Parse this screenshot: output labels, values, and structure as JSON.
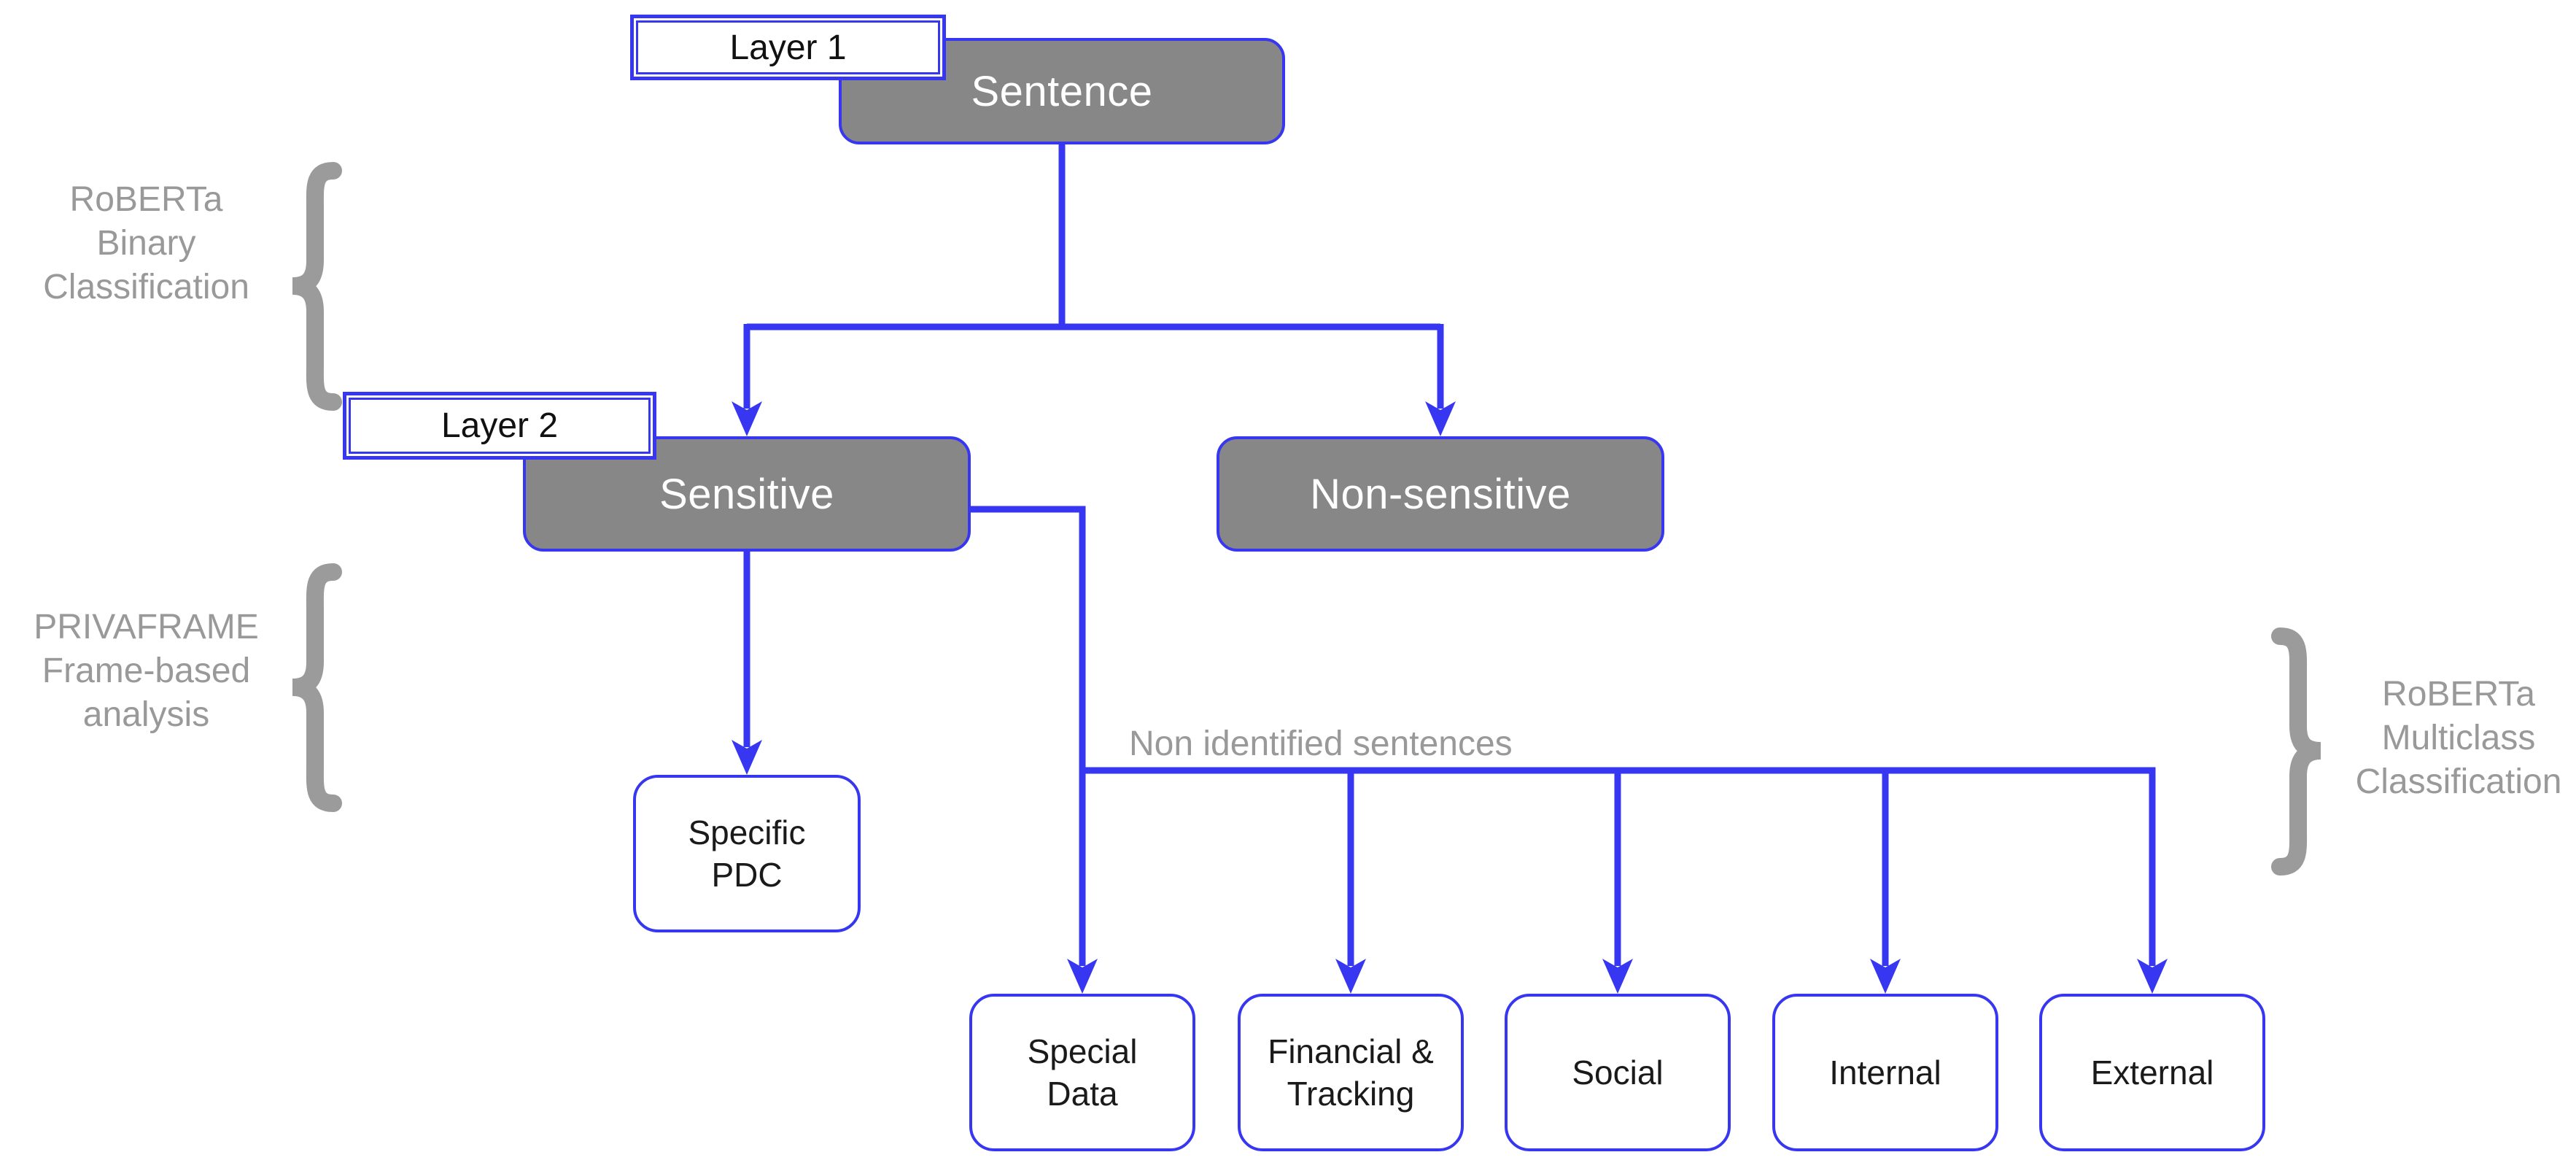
{
  "diagram": {
    "layer_tags": [
      {
        "label": "Layer 1"
      },
      {
        "label": "Layer 2"
      }
    ],
    "nodes": {
      "sentence": {
        "label": "Sentence"
      },
      "sensitive": {
        "label": "Sensitive"
      },
      "non_sensitive": {
        "label": "Non-sensitive"
      },
      "specific_pdc": {
        "lines": [
          "Specific",
          "PDC"
        ]
      }
    },
    "categories": [
      {
        "lines": [
          "Special",
          "Data"
        ]
      },
      {
        "lines": [
          "Financial &",
          "Tracking"
        ]
      },
      {
        "lines": [
          "Social"
        ]
      },
      {
        "lines": [
          "Internal"
        ]
      },
      {
        "lines": [
          "External"
        ]
      }
    ],
    "annotations": {
      "binary": {
        "lines": [
          "RoBERTa",
          "Binary",
          "Classification"
        ]
      },
      "frame": {
        "lines": [
          "PRIVAFRAME",
          "Frame-based",
          "analysis"
        ]
      },
      "multiclass": {
        "lines": [
          "RoBERTa",
          "Multiclass",
          "Classification"
        ]
      },
      "flow_label": "Non identified sentences"
    },
    "colors": {
      "accent_blue": "#3737F2",
      "node_fill_gray": "#878787",
      "annotation_gray": "#999999",
      "label_black": "#1a1a1a",
      "node_fill_white": "#ffffff"
    }
  }
}
